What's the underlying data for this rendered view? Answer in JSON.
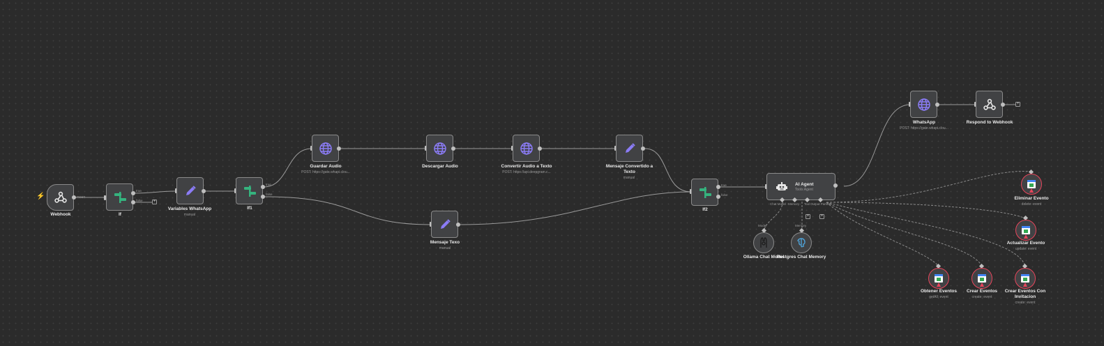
{
  "nodes": {
    "webhook": {
      "name": "Webhook"
    },
    "if": {
      "name": "If"
    },
    "variables": {
      "name": "Variables WhatsApp",
      "sub": "manual"
    },
    "if1": {
      "name": "If1"
    },
    "guardar": {
      "name": "Guardar Audio",
      "sub": "POST: https://gate.whapi.clou..."
    },
    "descargar": {
      "name": "Descargar Audio"
    },
    "convertir": {
      "name": "Convertir Audio a Texto",
      "sub": "POST: https://api.deepgram.c..."
    },
    "mensaje_conv": {
      "name": "Mensaje Convertido a Texto",
      "sub": "manual"
    },
    "mensaje_texto": {
      "name": "Mensaje Texo",
      "sub": "manual"
    },
    "if2": {
      "name": "If2"
    },
    "agent": {
      "name": "AI Agent",
      "sub": "Tools Agent"
    },
    "whatsapp": {
      "name": "WhatsApp",
      "sub": "POST: https://gate.whapi.clou..."
    },
    "respond": {
      "name": "Respond to Webhook"
    },
    "ollama": {
      "name": "Ollama Chat Model"
    },
    "postgres": {
      "name": "Postgres Chat Memory"
    },
    "eliminar": {
      "name": "Eliminar Evento",
      "sub": "delete: event"
    },
    "actualizar": {
      "name": "Actualizar Evento",
      "sub": "update: event"
    },
    "obtener": {
      "name": "Obtener Eventos",
      "sub": "getAll: event"
    },
    "crear": {
      "name": "Crear Eventos",
      "sub": "create: event"
    },
    "crear_inv": {
      "name": "Crear Eventos Con Invitacion",
      "sub": "create: event"
    }
  },
  "handles": {
    "post": "POST",
    "true": "true",
    "false": "false",
    "chat_model": "Chat Model",
    "memory": "Memory",
    "tool": "Tool",
    "output_parser": "Output Parser",
    "model": "Model"
  },
  "colors": {
    "canvas": "#2b2b2b",
    "node_fill": "#414244",
    "node_border": "#8a8a8a",
    "http_icon": "#8b7cf6",
    "if_icon": "#35b37e",
    "trigger": "#ff6d5a",
    "error": "#e8455b"
  }
}
